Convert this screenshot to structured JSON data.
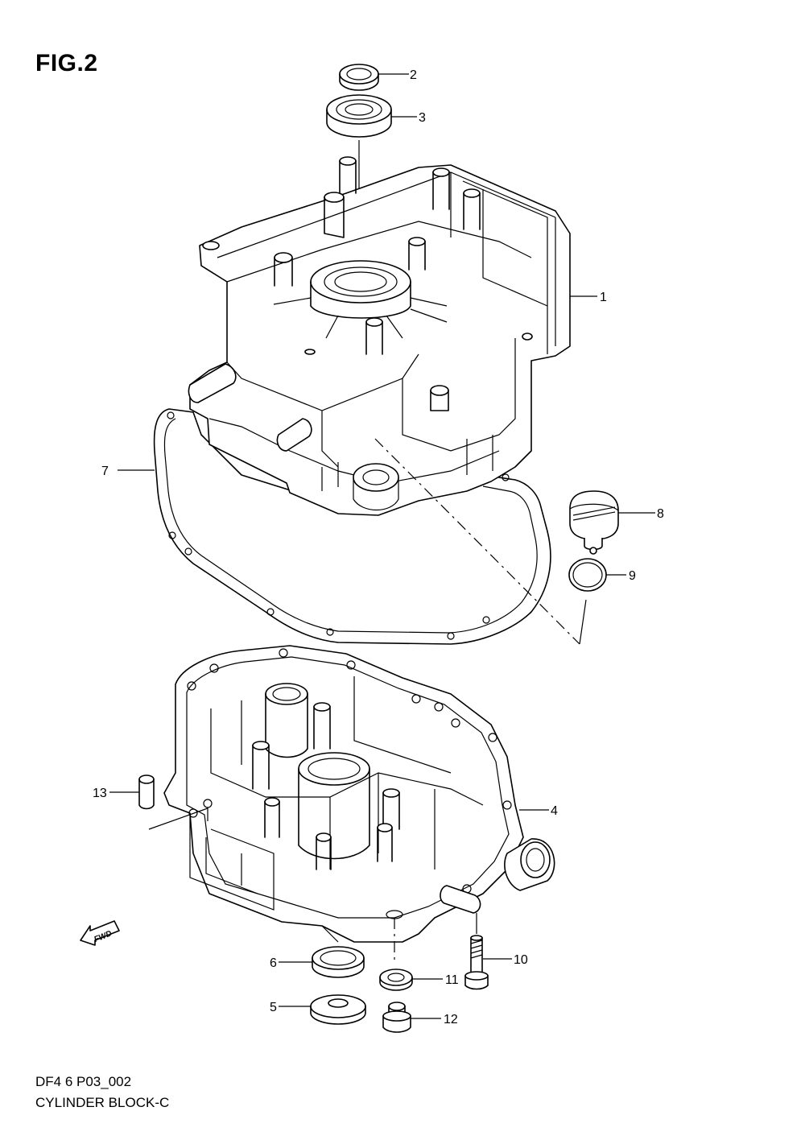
{
  "figure": {
    "title": "FIG.2",
    "code": "DF4 6 P03_002",
    "name": "CYLINDER BLOCK-C",
    "fwd_label": "FWD"
  },
  "callouts": [
    {
      "id": "1",
      "part": "cylinder-block"
    },
    {
      "id": "2",
      "part": "oil-seal-top"
    },
    {
      "id": "3",
      "part": "bearing"
    },
    {
      "id": "4",
      "part": "crankcase"
    },
    {
      "id": "5",
      "part": "cap"
    },
    {
      "id": "6",
      "part": "oil-seal-bottom"
    },
    {
      "id": "7",
      "part": "gasket"
    },
    {
      "id": "8",
      "part": "oil-filler-plug"
    },
    {
      "id": "9",
      "part": "o-ring"
    },
    {
      "id": "10",
      "part": "bolt"
    },
    {
      "id": "11",
      "part": "washer"
    },
    {
      "id": "12",
      "part": "drain-plug"
    },
    {
      "id": "13",
      "part": "dowel-pin"
    }
  ]
}
